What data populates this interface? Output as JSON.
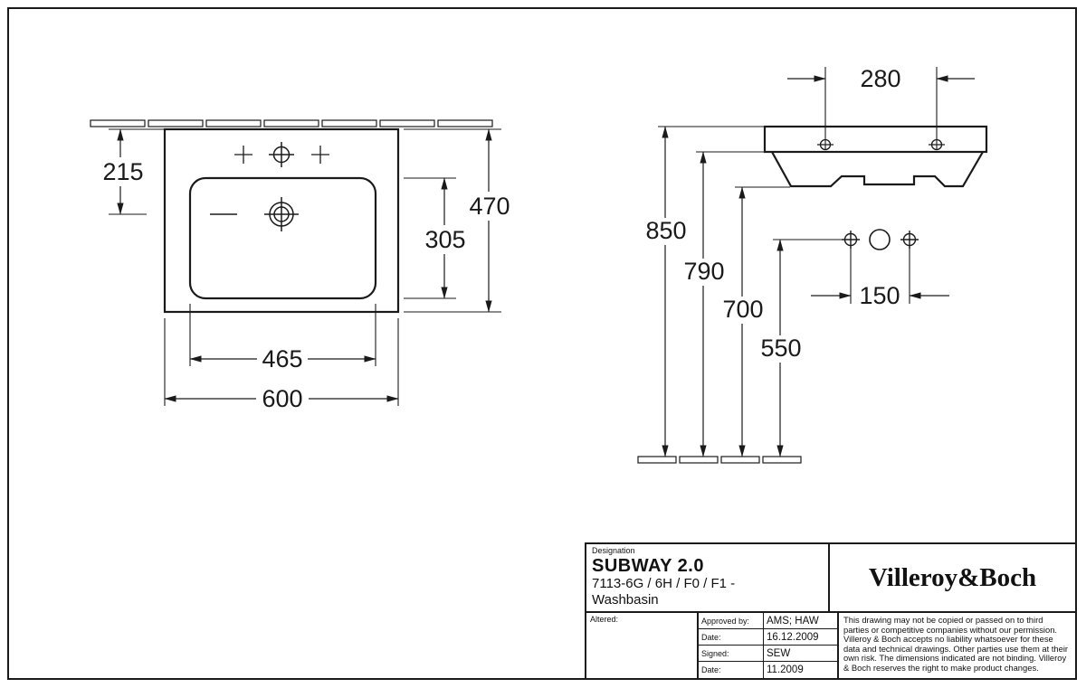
{
  "colors": {
    "line": "#1a1a1a",
    "background": "#ffffff"
  },
  "drawing": {
    "top_view": {
      "dimensions": {
        "d215": "215",
        "d470": "470",
        "d305": "305",
        "d465": "465",
        "d600": "600"
      }
    },
    "side_view": {
      "dimensions": {
        "d280": "280",
        "d850": "850",
        "d790": "790",
        "d700": "700",
        "d550": "550",
        "d150": "150"
      }
    }
  },
  "title_block": {
    "designation_label": "Designation",
    "series": "SUBWAY 2.0",
    "model_numbers": "7113-6G / 6H / F0 / F1 -",
    "product_type": "Washbasin",
    "brand": "Villeroy&Boch",
    "altered_label": "Altered:",
    "approval_rows": [
      {
        "label": "Approved by:",
        "value": "AMS; HAW"
      },
      {
        "label": "Date:",
        "value": "16.12.2009"
      },
      {
        "label": "Signed:",
        "value": "SEW"
      },
      {
        "label": "Date:",
        "value": "11.2009"
      }
    ],
    "disclaimer": "This drawing may not be copied or passed on to third parties or competitive companies without our permission. Villeroy & Boch accepts no liability whatsoever for these data and technical drawings. Other parties use them at their own risk. The dimensions indicated are not binding. Villeroy & Boch reserves the right to make product changes."
  }
}
